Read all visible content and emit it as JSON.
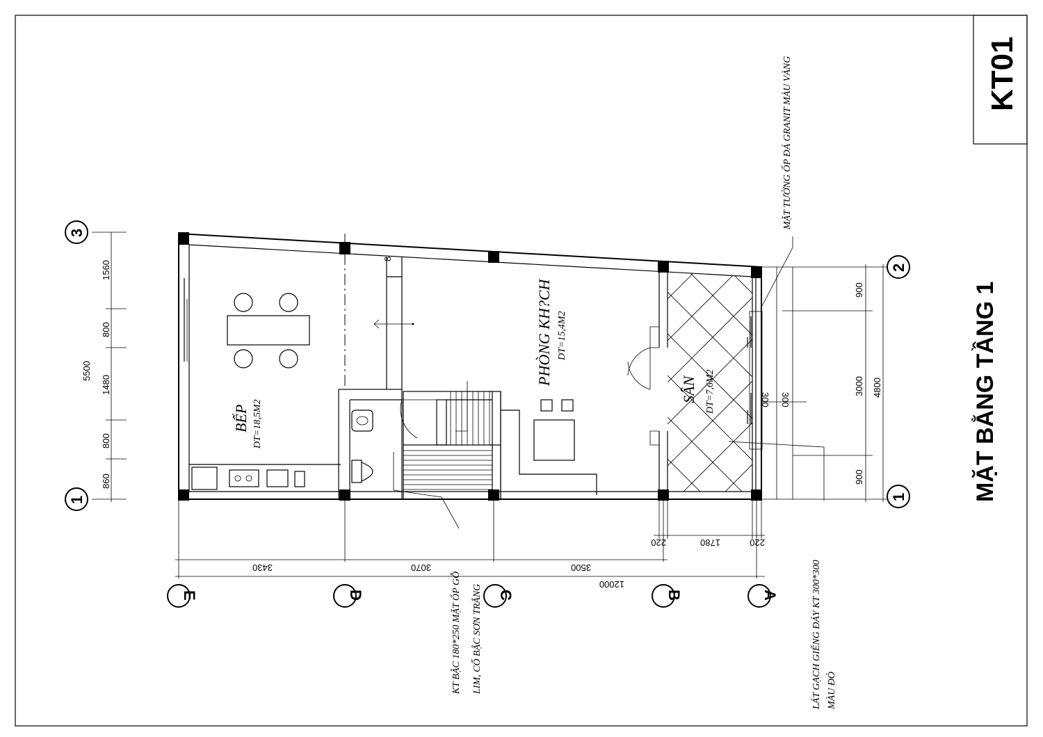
{
  "sheet": {
    "code": "KT01",
    "title": "MẶT BẰNG TẦNG 1"
  },
  "rooms": {
    "kitchen": {
      "name": "BẾP",
      "area": "DT=18,5M2"
    },
    "living": {
      "name": "PHÒNG KH?CH",
      "area": "DT=15,4M2"
    },
    "yard": {
      "name": "SÂN",
      "area": "DT=7,6M2"
    },
    "stair_step": "8"
  },
  "axes": {
    "columns": [
      "E",
      "D",
      "C",
      "B",
      "A"
    ],
    "rows_left": [
      "3",
      "1"
    ],
    "rows_right": [
      "2",
      "1"
    ]
  },
  "dimensions": {
    "bottom_segments": [
      "3430",
      "3070",
      "3500"
    ],
    "bottom_total": "12000",
    "yard_segments": [
      "220",
      "1780",
      "220"
    ],
    "left_segments": [
      "1560",
      "800",
      "1480",
      "800",
      "860"
    ],
    "left_total": "5500",
    "right_segments": [
      "900",
      "3000",
      "900"
    ],
    "right_total": "4800",
    "right_small": [
      "300",
      "300"
    ]
  },
  "notes": {
    "stair_line1": "KT BẬC 180*250 MẶT ỐP GỖ",
    "stair_line2": "LIM,  CỔ BẬC SƠN TRẮNG",
    "floor_line1": "LÁT GẠCH GIẾNG ĐÁY KT 300*300",
    "floor_line2": "MÀU ĐỎ",
    "wall_note": "MẶT TƯỜNG ỐP ĐÁ GRANIT MÀU VÀNG"
  }
}
